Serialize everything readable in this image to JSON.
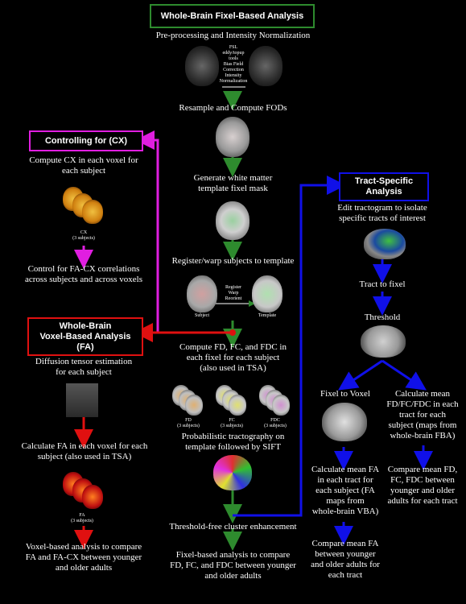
{
  "title": "Whole-Brain Fixel-Based Analysis",
  "center": {
    "preproc": "Pre-processing and Intensity Normalization",
    "preproc_tools": [
      "FSL",
      "eddy/topup",
      "tools",
      "Bias Field",
      "Correction",
      "Intensity",
      "Normalization"
    ],
    "resample": "Resample and Compute FODs",
    "template_mask": [
      "Generate white matter",
      "template fixel mask"
    ],
    "register": "Register/warp subjects to template",
    "register_labels": [
      "Register",
      "Warp",
      "Reorient"
    ],
    "subject_label": "Subject",
    "template_label": "Template",
    "compute": [
      "Compute FD, FC, and FDC in",
      "each fixel for each subject",
      "(also used in TSA)"
    ],
    "fd_label": [
      "FD",
      "(3 subjects)"
    ],
    "fc_label": [
      "FC",
      "(3 subjects)"
    ],
    "fdc_label": [
      "FDC",
      "(3 subjects)"
    ],
    "tractography": [
      "Probabilistic tractography on",
      "template followed by SIFT"
    ],
    "tfce": "Threshold-free cluster enhancement",
    "fba": [
      "Fixel-based analysis to compare",
      "FD, FC, and FDC between younger",
      "and older adults"
    ]
  },
  "cx": {
    "title": "Controlling for (CX)",
    "compute": [
      "Compute CX in each voxel for",
      "each subject"
    ],
    "label": [
      "CX",
      "(3 subjects)"
    ],
    "control": [
      "Control for FA-CX correlations",
      "across subjects and across voxels"
    ]
  },
  "vba": {
    "title": [
      "Whole-Brain",
      "Voxel-Based Analysis",
      "(FA)"
    ],
    "dti": [
      "Diffusion tensor estimation",
      "for each subject"
    ],
    "calc": [
      "Calculate FA in each voxel for each",
      "subject (also used in TSA)"
    ],
    "label": [
      "FA",
      "(3 subjects)"
    ],
    "compare": [
      "Voxel-based analysis to compare",
      "FA and FA-CX between younger",
      "and older adults"
    ]
  },
  "tsa": {
    "title": [
      "Tract-Specific",
      "Analysis"
    ],
    "edit": [
      "Edit tractogram to isolate",
      "specific tracts of interest"
    ],
    "tract_to_fixel": "Tract to fixel",
    "threshold": "Threshold",
    "fixel_to_voxel": "Fixel to Voxel",
    "mean_fd": [
      "Calculate mean",
      "FD/FC/FDC in each",
      "tract for each",
      "subject (maps from",
      "whole-brain FBA)"
    ],
    "mean_fa": [
      "Calculate mean FA",
      "in each tract for",
      "each subject (FA",
      "maps from",
      "whole-brain VBA)"
    ],
    "compare_fd": [
      "Compare mean FD,",
      "FC, FDC between",
      "younger and older",
      "adults for each tract"
    ],
    "compare_fa": [
      "Compare mean FA",
      "between younger",
      "and older adults for",
      "each tract"
    ]
  },
  "colors": {
    "green": "#2e8b2e",
    "magenta": "#e01ee0",
    "red": "#e01010",
    "blue": "#1010e8"
  }
}
